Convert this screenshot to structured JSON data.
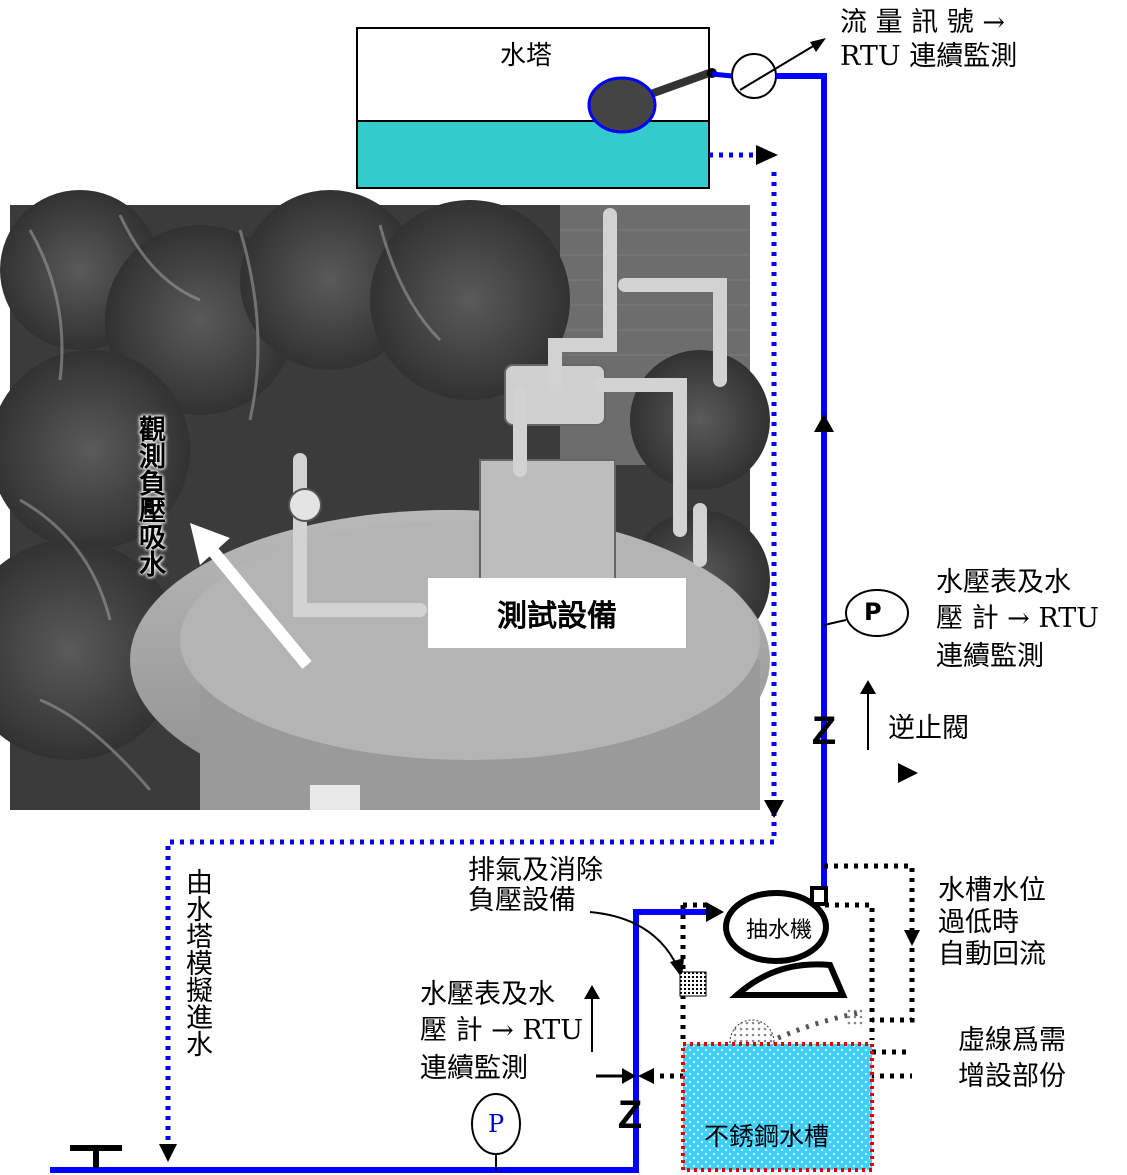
{
  "tower": {
    "label": "水塔"
  },
  "flow_signal": {
    "line1": "流 量 訊 號 →",
    "line2": "RTU 連續監測"
  },
  "photo": {
    "caption": "測試設備",
    "side_label": "觀測負壓吸水"
  },
  "gauge_top": {
    "symbol": "P",
    "line1": "水壓表及水",
    "line2": "壓 計 → RTU",
    "line3": "連續監測"
  },
  "check_valve": {
    "label": "逆止閥"
  },
  "exhaust": {
    "line1": "排氣及消除",
    "line2": "負壓設備"
  },
  "pump": {
    "label": "抽水機"
  },
  "low_level": {
    "line1": "水槽水位",
    "line2": "過低時",
    "line3": "自動回流"
  },
  "gauge_bottom": {
    "symbol": "P",
    "line1": "水壓表及水",
    "line2": "壓 計 → RTU",
    "line3": "連續監測"
  },
  "inflow": {
    "label": "由水塔模擬進水"
  },
  "dashed_note": {
    "line1": "虛線爲需",
    "line2": "增設部份"
  },
  "tank": {
    "label": "不銹鋼水槽"
  },
  "colors": {
    "pipe": "#0000ff",
    "water": "#33cccc",
    "tank_fill": "#3fd0ff",
    "tank_border": "#e00000"
  }
}
